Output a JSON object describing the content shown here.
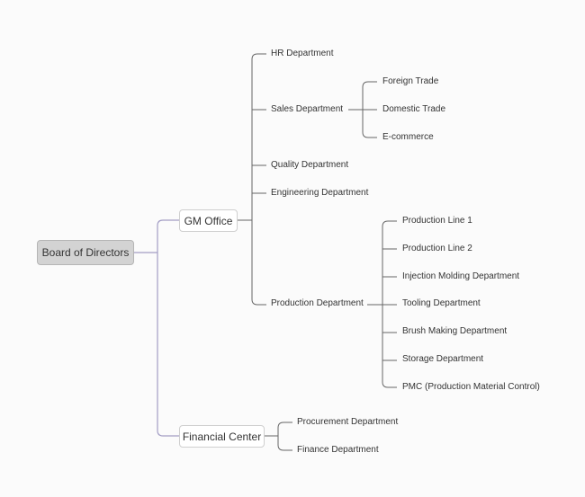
{
  "root": "Board of Directors",
  "gm_office": {
    "label": "GM Office",
    "departments": {
      "hr": "HR Department",
      "sales": {
        "label": "Sales Department",
        "children": [
          "Foreign Trade",
          "Domestic Trade",
          "E-commerce"
        ]
      },
      "quality": "Quality Department",
      "engineering": "Engineering Department",
      "production": {
        "label": "Production Department",
        "children": [
          "Production Line 1",
          "Production Line 2",
          "Injection Molding Department",
          "Tooling Department",
          "Brush Making Department",
          "Storage Department",
          "PMC (Production Material Control)"
        ]
      }
    }
  },
  "financial_center": {
    "label": "Financial Center",
    "children": [
      "Procurement Department",
      "Finance Department"
    ]
  },
  "colors": {
    "main_connector": "#a29dc4",
    "branch_connector": "#666666",
    "root_fill": "#d3d3d3"
  }
}
